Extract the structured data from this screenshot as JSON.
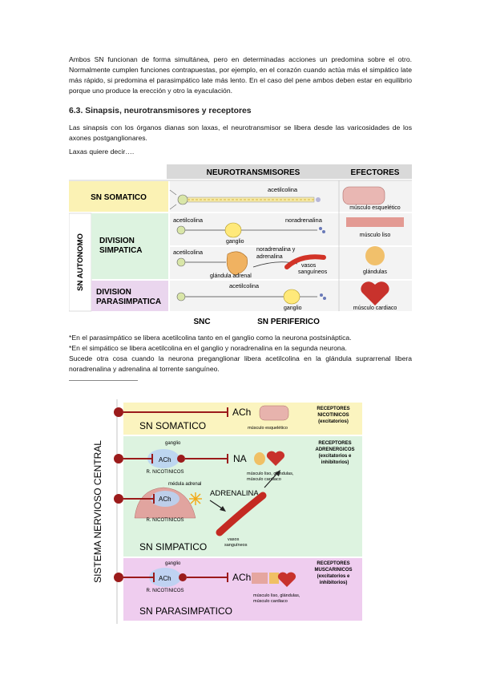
{
  "paragraphs": {
    "p1": "Ambos SN funcionan de forma simultánea, pero en determinadas acciones un predomina sobre el otro. Normalmente cumplen funciones contrapuestas, por ejemplo, en el corazón cuando actúa más el simpático late más rápido, si predomina el parasimpático late más lento. En el caso del pene ambos deben estar en equilibrio porque uno produce la erección y otro la eyaculación.",
    "heading": "6.3. Sinapsis, neurotransmisores y receptores",
    "p2": "Las sinapsis con los órganos dianas son laxas, el neurotransmisor se libera desde las varicosidades de los axones postganglionares.",
    "p3": "Laxas quiere decir….",
    "n1": "*En el parasimpático se libera acetilcolina tanto en el ganglio como la neurona postsináptica.",
    "n2": "*En el simpático se libera acetilcolina en el ganglio y noradrenalina en la segunda neurona.",
    "n3": "Sucede otra cosa cuando la neurona preganglionar libera acetilcolina en la glándula suprarrenal libera noradrenalina y adrenalina al torrente sanguíneo."
  },
  "figure1": {
    "header_nt": "NEUROTRANSMISORES",
    "header_ef": "EFECTORES",
    "somatico": "SN SOMATICO",
    "autonomo": "SN AUTONOMO",
    "div_simp_1": "DIVISION",
    "div_simp_2": "SIMPATICA",
    "div_para_1": "DIVISION",
    "div_para_2": "PARASIMPATICA",
    "acetilcolina": "acetilcolina",
    "noradrenalina": "noradrenalina",
    "noradrenalina_y": "noradrenalina y",
    "adrenalina": "adrenalina",
    "ganglio": "ganglio",
    "glandula_adrenal": "glándula adrenal",
    "vasos1": "vasos",
    "vasos2": "sanguíneos",
    "musculo_esq": "músculo esquelético",
    "musculo_liso": "músculo liso",
    "glandulas": "glándulas",
    "musculo_cardiaco": "músculo cardiaco",
    "snc": "SNC",
    "sn_periferico": "SN PERIFERICO"
  },
  "figure2": {
    "snc": "SISTEMA NERVIOSO CENTRAL",
    "sn_somatico": "SN SOMATICO",
    "sn_simpatico": "SN SIMPATICO",
    "sn_parasimpatico": "SN PARASIMPATICO",
    "ach": "ACh",
    "na": "NA",
    "adrenalina": "ADRENALINA",
    "ganglio": "ganglio",
    "r_nicotinicos": "R. NICOTINICOS",
    "medula_adrenal": "médula adrenal",
    "musculo_esq": "músculo esquelético",
    "simp_organs_1": "músculo liso, glándulas,",
    "simp_organs_2": "músculo cardiaco",
    "para_organs_1": "músculo liso, glándulas,",
    "para_organs_2": "músculo cardiaco",
    "vasos1": "vasos",
    "vasos2": "sanguíneos",
    "rec_nic_1": "RECEPTORES",
    "rec_nic_2": "NICOTINICOS",
    "rec_nic_3": "(excitatorios)",
    "rec_adr_1": "RECEPTORES",
    "rec_adr_2": "ADRENERGICOS",
    "rec_adr_3": "(excitatorios e",
    "rec_adr_4": "inhibitorios)",
    "rec_mus_1": "RECEPTORES",
    "rec_mus_2": "MUSCARINICOS",
    "rec_mus_3": "(excitatorios e",
    "rec_mus_4": "inhibitorios)"
  }
}
